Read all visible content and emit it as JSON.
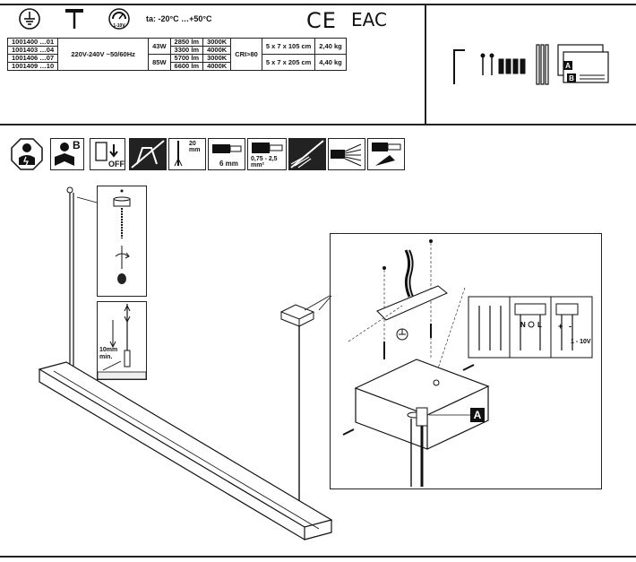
{
  "header": {
    "ambient_temp": "ta: -20°C …+50°C",
    "ce_mark": "CE",
    "eac_mark": "EAC",
    "dim_label": "1-10V"
  },
  "spec_table": {
    "voltage": "220V-240V ~50/60Hz",
    "cri": "CRI>80",
    "rows": [
      {
        "code": "1001400 …01",
        "power": "43W",
        "lumen": "2850 lm",
        "cct": "3000K",
        "dims": "5 x 7 x 105 cm",
        "weight": "2,40 kg"
      },
      {
        "code": "1001403 …04",
        "power": "",
        "lumen": "3300 lm",
        "cct": "4000K",
        "dims": "",
        "weight": ""
      },
      {
        "code": "1001406 …07",
        "power": "85W",
        "lumen": "5700 lm",
        "cct": "3000K",
        "dims": "5 x 7 x 205 cm",
        "weight": "4,40 kg"
      },
      {
        "code": "1001409 …10",
        "power": "",
        "lumen": "6600 lm",
        "cct": "4000K",
        "dims": "",
        "weight": ""
      }
    ]
  },
  "contents_panel": {
    "label_a": "A",
    "label_b": "B"
  },
  "safety_icons": {
    "read_b": "B",
    "off": "OFF",
    "strip_20": "20 mm",
    "strip_6": "6 mm",
    "wire_cross": "0,75 - 2,5 mm²"
  },
  "install": {
    "min_gap": "10mm min.",
    "label_a": "A",
    "terminal_n": "N",
    "terminal_l": "L",
    "plus": "+",
    "minus": "-",
    "dim": "1 - 10V"
  }
}
